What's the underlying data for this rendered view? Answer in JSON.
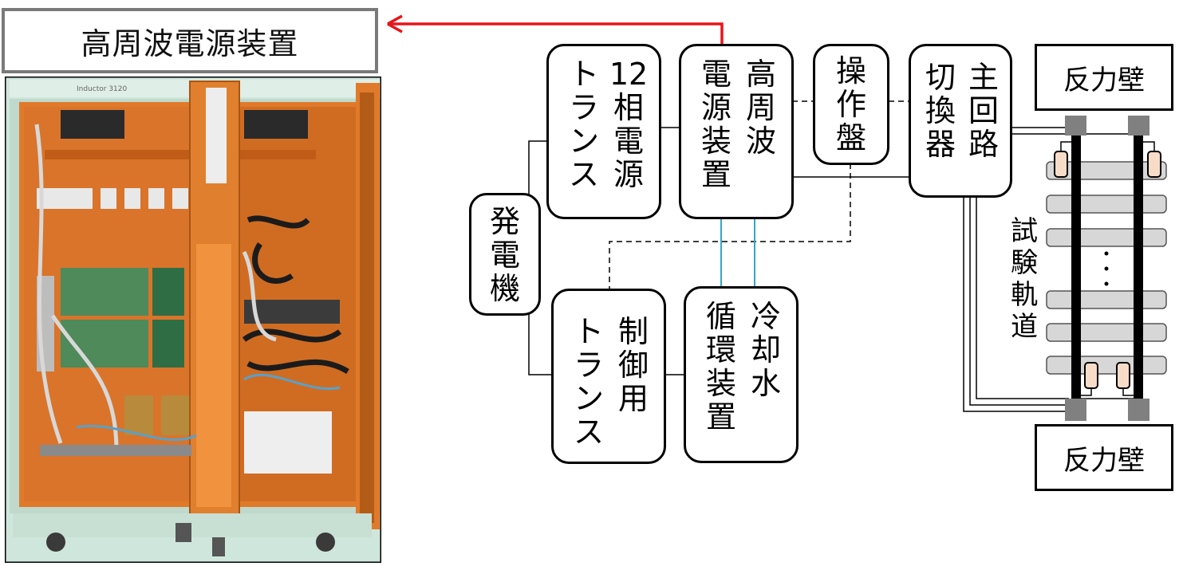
{
  "photo": {
    "title": "高周波電源装置",
    "panel_label": "Inductor 3120"
  },
  "diagram": {
    "blocks": {
      "generator": [
        "発",
        "電",
        "機"
      ],
      "trans12": {
        "col1": [
          "12",
          "相",
          "電",
          "源"
        ],
        "col2": [
          "ト",
          "ラ",
          "ン",
          "ス"
        ]
      },
      "hf_power": {
        "col1": [
          "高",
          "周",
          "波"
        ],
        "col2": [
          "電",
          "源",
          "装",
          "置"
        ]
      },
      "panel": [
        "操",
        "作",
        "盤"
      ],
      "switch": {
        "col1": [
          "主",
          "回",
          "路"
        ],
        "col2": [
          "切",
          "換",
          "器"
        ]
      },
      "control_trans": {
        "col1": [
          "制",
          "御",
          "用"
        ],
        "col2": [
          "ト",
          "ラ",
          "ン",
          "ス"
        ]
      },
      "cooling": {
        "col1": [
          "冷",
          "却",
          "水"
        ],
        "col2": [
          "循",
          "環",
          "装",
          "置"
        ]
      }
    },
    "reaction_wall_top": "反力壁",
    "reaction_wall_bottom": "反力壁",
    "track_label": [
      "試",
      "験",
      "軌",
      "道"
    ],
    "colors": {
      "arrow": "#e8141a",
      "cooling_lines": "#33a7c8",
      "sleeper": "#d7d7d7",
      "block_pad": "#808080",
      "clip": "#f7dcc8"
    }
  }
}
